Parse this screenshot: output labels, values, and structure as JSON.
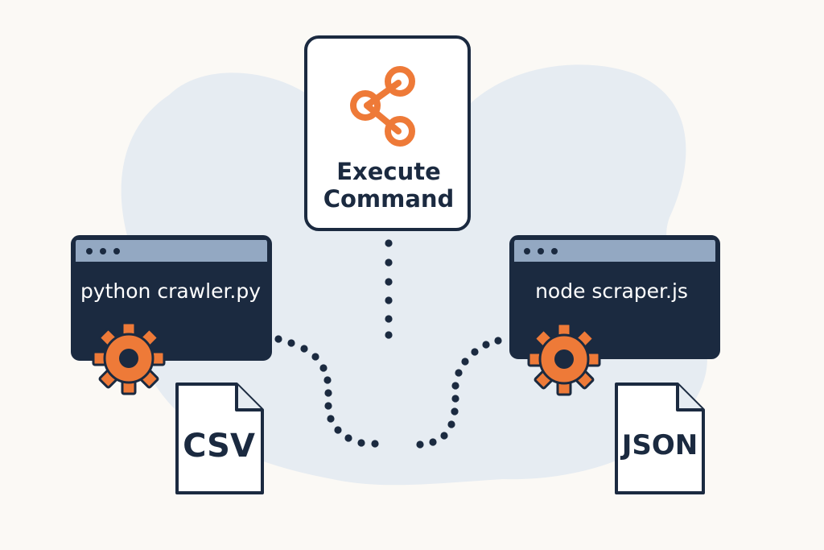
{
  "command_card": {
    "title_line1": "Execute",
    "title_line2": "Command",
    "icon": "share-nodes-icon"
  },
  "terminals": [
    {
      "command": "python crawler.py",
      "icon": "gear-icon"
    },
    {
      "command": "node scraper.js",
      "icon": "gear-icon"
    }
  ],
  "files": [
    {
      "label": "CSV",
      "icon": "document-icon"
    },
    {
      "label": "JSON",
      "icon": "document-icon"
    }
  ],
  "colors": {
    "background": "#fbf9f5",
    "blob": "#e6ecf2",
    "navy": "#1b2a40",
    "accent_orange": "#ee7a38",
    "titlebar": "#93a8c2",
    "card_fill": "#ffffff"
  }
}
